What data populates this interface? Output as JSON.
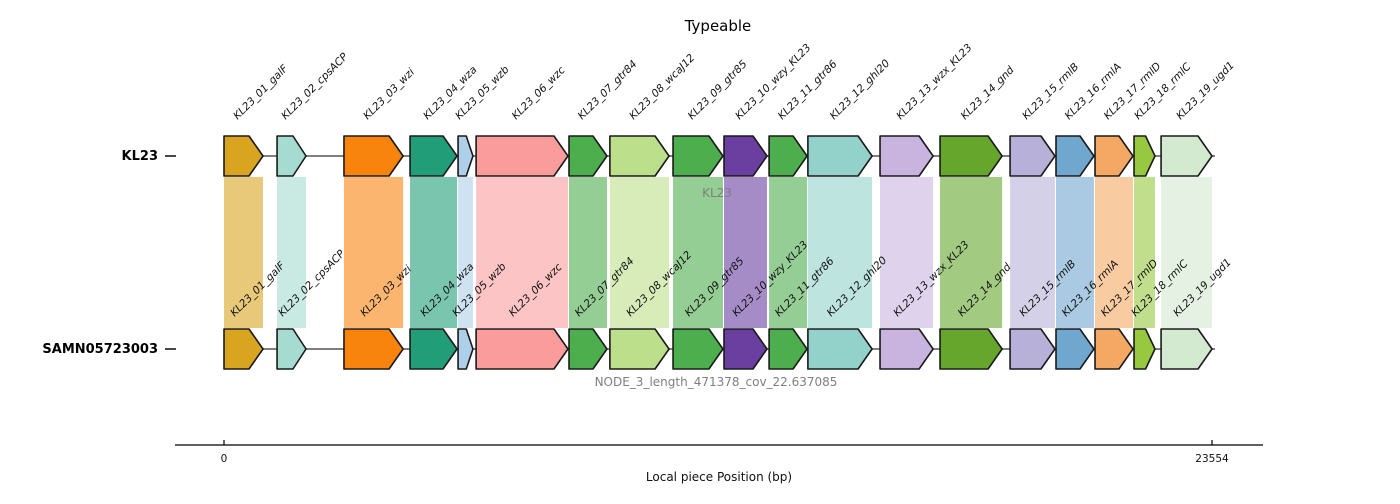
{
  "title": "Typeable",
  "tracks": [
    {
      "label": "KL23"
    },
    {
      "label": "SAMN05723003",
      "sublabel": "NODE_3_length_471378_cov_22.637085"
    }
  ],
  "alignment_label": "KL23",
  "axis": {
    "label": "Local piece Position (bp)",
    "ticks": [
      {
        "value": 0,
        "label": "0"
      },
      {
        "value": 23554,
        "label": "23554"
      }
    ]
  },
  "chart_data": {
    "type": "gene-arrow-map",
    "title": "Typeable",
    "xlabel": "Local piece Position (bp)",
    "xlim": [
      0,
      23554
    ],
    "tracks": [
      "KL23",
      "SAMN05723003"
    ],
    "note": "Both tracks show the same 19-gene KL23 capsule locus; homologous genes are linked by same-color ribbons",
    "connector_color": "#7f7f7f",
    "outline_color": "#1a1a1a",
    "ribbon_opacity": 0.6,
    "genes": [
      {
        "id": 1,
        "label": "KL23_01_galF",
        "start": 0,
        "end": 930,
        "strand": "+",
        "color": "#D9A521"
      },
      {
        "id": 2,
        "label": "KL23_02_cpsACP",
        "start": 1265,
        "end": 1955,
        "strand": "+",
        "color": "#A5DBD0"
      },
      {
        "id": 3,
        "label": "KL23_03_wzi",
        "start": 2860,
        "end": 4270,
        "strand": "+",
        "color": "#F8830D"
      },
      {
        "id": 4,
        "label": "KL23_04_wza",
        "start": 4435,
        "end": 5555,
        "strand": "+",
        "color": "#219E77"
      },
      {
        "id": 5,
        "label": "KL23_05_wzb",
        "start": 5580,
        "end": 5935,
        "strand": "+",
        "color": "#AECFE8"
      },
      {
        "id": 6,
        "label": "KL23_06_wzc",
        "start": 6010,
        "end": 8200,
        "strand": "+",
        "color": "#FA9C9C"
      },
      {
        "id": 7,
        "label": "KL23_07_gtr84",
        "start": 8225,
        "end": 9130,
        "strand": "+",
        "color": "#4DAE4E"
      },
      {
        "id": 8,
        "label": "KL23_08_wcaJ12",
        "start": 9200,
        "end": 10610,
        "strand": "+",
        "color": "#BCDF8B"
      },
      {
        "id": 9,
        "label": "KL23_09_gtr85",
        "start": 10705,
        "end": 11895,
        "strand": "+",
        "color": "#4DAE4E"
      },
      {
        "id": 10,
        "label": "KL23_10_wzy_KL23",
        "start": 11920,
        "end": 12945,
        "strand": "+",
        "color": "#6A3FA0"
      },
      {
        "id": 11,
        "label": "KL23_11_gtr86",
        "start": 12995,
        "end": 13900,
        "strand": "+",
        "color": "#4DAE4E"
      },
      {
        "id": 12,
        "label": "KL23_12_ghl20",
        "start": 13920,
        "end": 15450,
        "strand": "+",
        "color": "#93D2CA"
      },
      {
        "id": 13,
        "label": "KL23_13_wzx_KL23",
        "start": 15640,
        "end": 16905,
        "strand": "+",
        "color": "#C9B4E0"
      },
      {
        "id": 14,
        "label": "KL23_14_gnd",
        "start": 17070,
        "end": 18550,
        "strand": "+",
        "color": "#66A62D"
      },
      {
        "id": 15,
        "label": "KL23_15_rmlB",
        "start": 18740,
        "end": 19810,
        "strand": "+",
        "color": "#B7B0D9"
      },
      {
        "id": 16,
        "label": "KL23_16_rmlA",
        "start": 19835,
        "end": 20740,
        "strand": "+",
        "color": "#6FA7CE"
      },
      {
        "id": 17,
        "label": "KL23_17_rmlD",
        "start": 20765,
        "end": 21670,
        "strand": "+",
        "color": "#F5A863"
      },
      {
        "id": 18,
        "label": "KL23_18_rmlC",
        "start": 21695,
        "end": 22195,
        "strand": "+",
        "color": "#97C83F"
      },
      {
        "id": 19,
        "label": "KL23_19_ugd1",
        "start": 22340,
        "end": 23554,
        "strand": "+",
        "color": "#D4EAD0"
      }
    ]
  }
}
